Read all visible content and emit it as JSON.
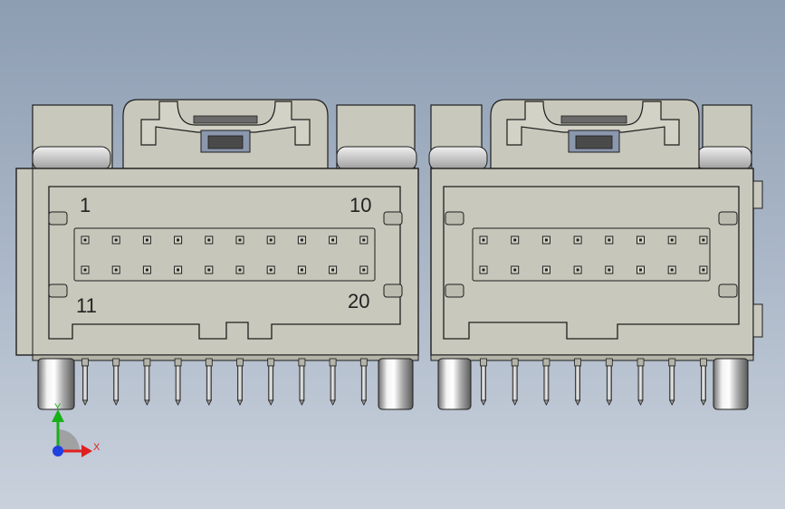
{
  "colors": {
    "background_top": "#8d9db2",
    "background_bottom": "#c9d1dc",
    "body": "#c8c8bc",
    "body_dark": "#b4b4a8",
    "outline": "#1e1e1e",
    "latch_blue": "#8a97ad",
    "axis_x": "#e02020",
    "axis_y": "#18b018",
    "axis_z": "#2040e0"
  },
  "connectors": [
    {
      "name": "left-connector",
      "first_pin_label": "1",
      "last_top_pin_label": "10",
      "first_bottom_pin_label": "11",
      "last_pin_label": "20",
      "pins_per_row": 10,
      "rows": 2
    },
    {
      "name": "right-connector",
      "pins_per_row": 8,
      "rows": 2
    }
  ],
  "axis_triad": {
    "x_label": "X",
    "y_label": "Y",
    "icons": [
      "x-axis-arrow-icon",
      "y-axis-arrow-icon",
      "z-axis-dot-icon"
    ]
  }
}
